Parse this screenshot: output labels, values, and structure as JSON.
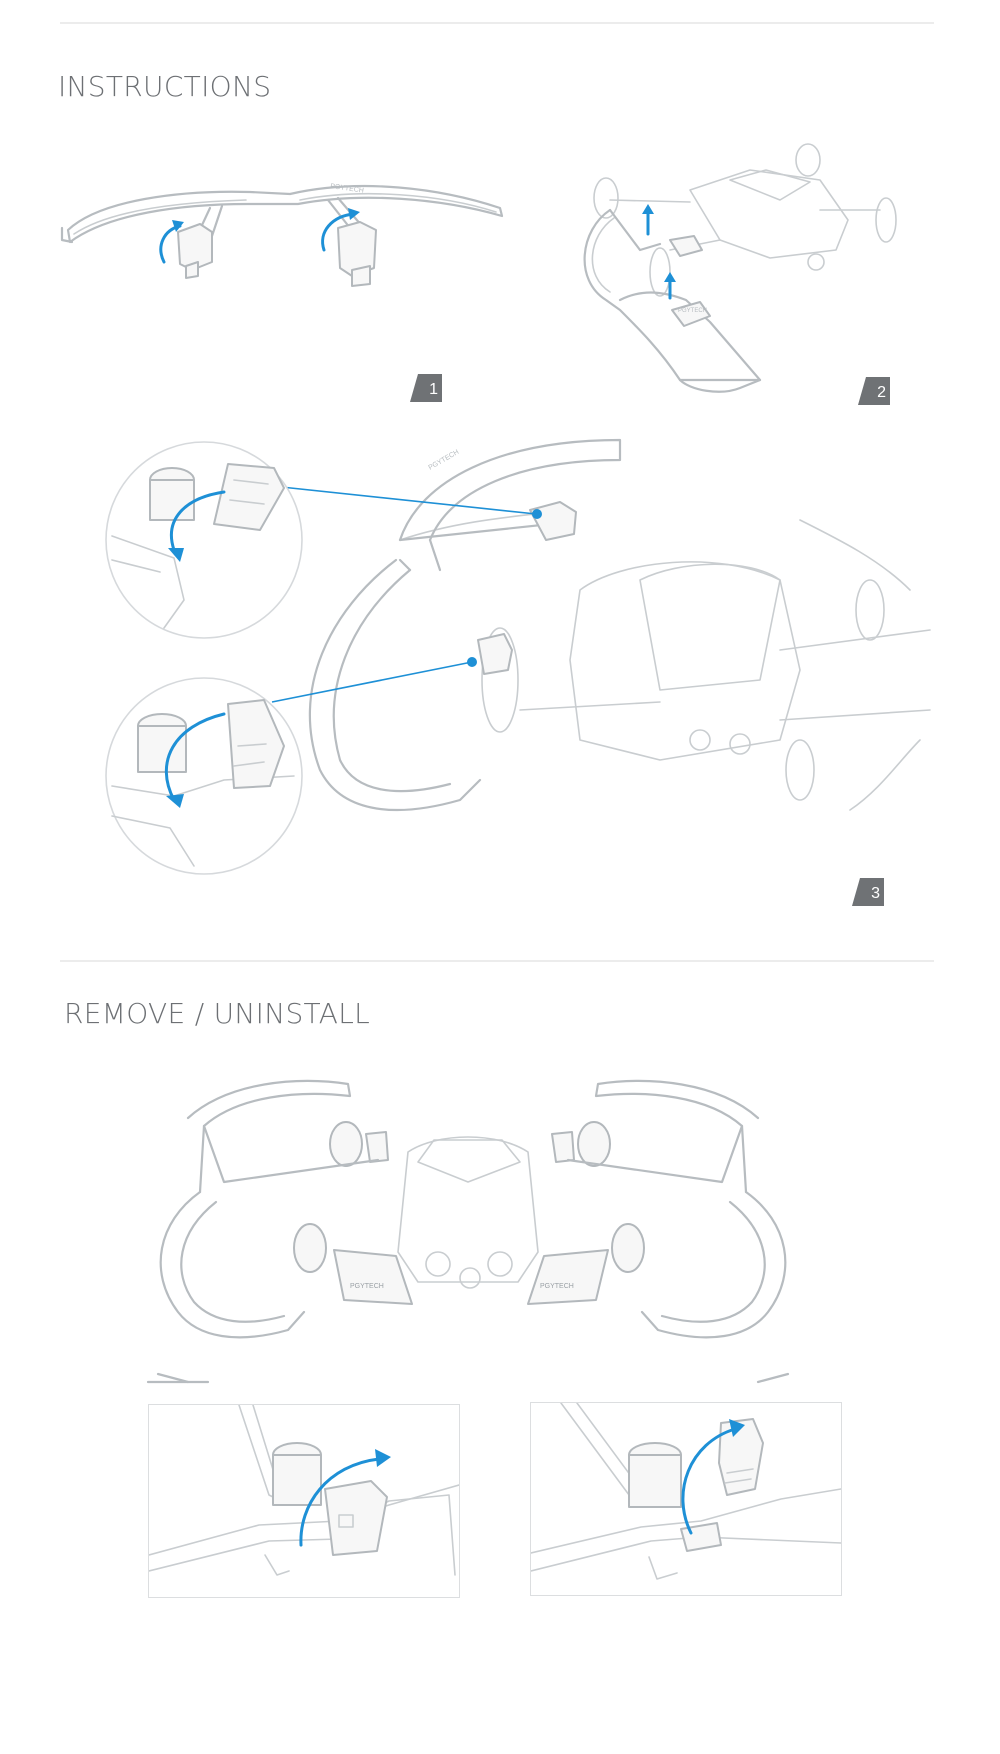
{
  "sections": {
    "instructions": {
      "title": "INSTRUCTIONS"
    },
    "remove": {
      "title": "REMOVE / UNINSTALL"
    }
  },
  "steps": [
    {
      "label": "1"
    },
    {
      "label": "2"
    },
    {
      "label": "3"
    }
  ],
  "colors": {
    "accent": "#1e90d6",
    "badge": "#6f7275",
    "heading": "#6d7074",
    "linework": "#b7bcc0",
    "divider": "#ececec"
  },
  "illustrations": {
    "step1": "propeller-guard-icon",
    "step2": "guard-attach-icon",
    "step3": "drone-install-icon",
    "remove_main": "drone-with-guards-icon",
    "remove_detail_left": "clip-release-icon",
    "remove_detail_right": "clip-open-icon"
  }
}
